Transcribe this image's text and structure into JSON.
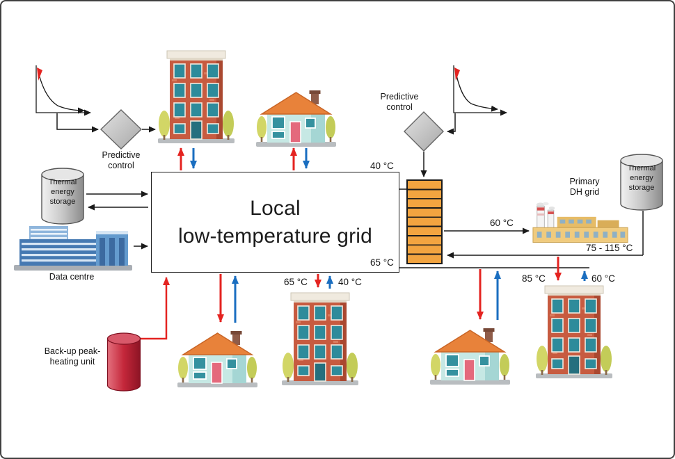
{
  "grid_box": {
    "title": "Local\nlow-temperature grid"
  },
  "controls": {
    "left_label": "Predictive\ncontrol",
    "right_label": "Predictive\ncontrol"
  },
  "storage": {
    "left_label": "Thermal\nenergy\nstorage",
    "right_label": "Thermal\nenergy\nstorage"
  },
  "data_centre": {
    "label": "Data centre"
  },
  "backup_unit": {
    "label": "Back-up peak-\nheating unit"
  },
  "primary_grid": {
    "label": "Primary\nDH grid"
  },
  "temperatures": {
    "local_return_top": "40 °C",
    "local_supply": "65 °C",
    "primary_return": "60 °C",
    "primary_supply_range": "75 - 115 °C",
    "bottom_supply": "65 °C",
    "bottom_return": "40 °C",
    "right_supply": "85 °C",
    "right_return": "60 °C"
  },
  "colors": {
    "supply_red": "#e42320",
    "return_blue": "#1a6ec0",
    "wire_black": "#1a1a1a",
    "exchanger_orange": "#f2a440",
    "backup_red": "#c4273a",
    "storage_gray": "#bdbdbd",
    "diamond_gray": "#c9c9c9"
  },
  "icons": [
    "apartment-building-icon",
    "house-icon",
    "data-centre-icon",
    "factory-icon",
    "thermal-storage-icon",
    "backup-heater-icon",
    "heat-exchanger-icon",
    "predictive-control-diamond-icon",
    "forecast-chart-icon"
  ]
}
